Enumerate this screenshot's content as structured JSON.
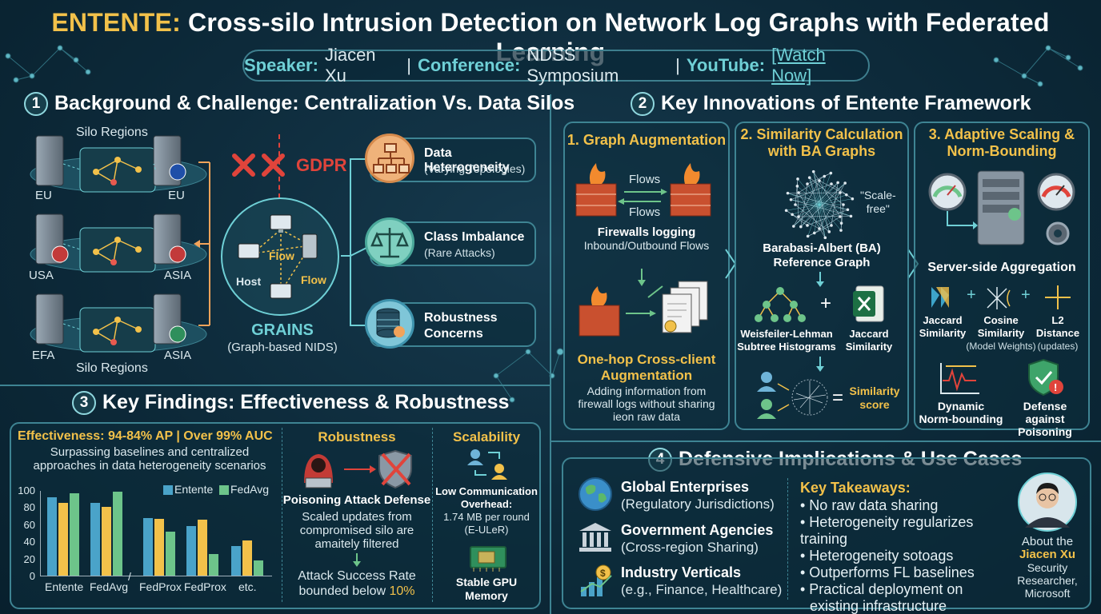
{
  "header": {
    "title_prefix": "ENTENTE:",
    "title_rest": " Cross-silo Intrusion Detection on Network Log Graphs with Federated Learning"
  },
  "speaker_bar": {
    "speaker_key": "Speaker:",
    "speaker_val": "Jiacen Xu",
    "conf_key": "Conference:",
    "conf_val": "NDSS Symposium",
    "yt_key": "YouTube:",
    "yt_link": "[Watch Now]",
    "sep": "|"
  },
  "s1": {
    "num": "1",
    "title": "Background & Challenge: Centralization Vs. Data Silos",
    "silo_top": "Silo Regions",
    "silo_bottom": "Silo Regions",
    "regions": [
      "EU",
      "EU",
      "USA",
      "ASIA",
      "EFA",
      "ASIA"
    ],
    "gdpr": "GDPR",
    "host": "Host",
    "flow1": "Flow",
    "flow2": "Flow",
    "grains": "GRAINS",
    "grains_sub": "(Graph-based NIDS)",
    "challenges": [
      {
        "head": "Data Heterogeneity",
        "sub": "(Varying Topologies)"
      },
      {
        "head": "Class Imbalance",
        "sub": "(Rare Attacks)"
      },
      {
        "head": "Robustness",
        "head2": "Concerns"
      }
    ]
  },
  "s2": {
    "num": "2",
    "title": "Key Innovations of Entente Framework",
    "c1": {
      "title": "1. Graph Augmentation",
      "flows_a": "Flows",
      "flows_b": "Flows",
      "fw_title": "Firewalls logging",
      "fw_sub": "Inbound/Outbound Flows",
      "aug_t1": "One-hop Cross-client",
      "aug_t2": "Augmentation",
      "aug_d1": "Adding information from",
      "aug_d2": "firewall logs without sharing",
      "aug_d3": "ieon raw data"
    },
    "c2": {
      "title1": "2. Similarity Calculation",
      "title2": "with BA Graphs",
      "quote1": "\"Scale-",
      "quote2": "free\"",
      "ba1": "Barabasi-Albert (BA)",
      "ba2": "Reference Graph",
      "wl1": "Weisfeiler-Lehman",
      "wl2": "Subtree Histograms",
      "plus": "+",
      "jac1": "Jaccard",
      "jac2": "Similarity",
      "eq": "=",
      "sim1": "Similarity",
      "sim2": "score"
    },
    "c3": {
      "title1": "3. Adaptive Scaling &",
      "title2": "Norm-Bounding",
      "agg": "Server-side Aggregation",
      "m1a": "Jaccard",
      "m1b": "Similarity",
      "m2a": "Cosine",
      "m2b": "Similarity",
      "m2c": "(Model Weights)",
      "m3a": "L2 Distance",
      "m3b": "(updates)",
      "plus": "+",
      "d1a": "Dynamic",
      "d1b": "Norm-bounding",
      "d2a": "Defense against",
      "d2b": "Poisoning"
    }
  },
  "s3": {
    "num": "3",
    "title": "Key Findings: Effectiveness & Robustness",
    "eff_head": "Effectiveness: 94-84% AP | Over 99% AUC",
    "eff_sub1": "Surpassing baselines and centralized",
    "eff_sub2": "approaches in data heterogeneity scenarios",
    "rob_head": "Robustness",
    "rob_t": "Poisoning Attack Defense",
    "rob_d1": "Scaled updates from",
    "rob_d2": "compromised silo are",
    "rob_d3": "amaitely filtered",
    "rob_a1": "Attack Success Rate",
    "rob_a2": "bounded below ",
    "rob_a3": "10%",
    "sca_head": "Scalability",
    "sca_t1": "Low Communication",
    "sca_t2": "Overhead:",
    "sca_d1": "1.74 MB per round",
    "sca_d2": "(E-ULeR)",
    "sca_g1": "Stable GPU",
    "sca_g2": "Memory"
  },
  "chart_data": {
    "type": "bar",
    "series": [
      {
        "name": "Entente",
        "color": "#4aa3c9"
      },
      {
        "name": "FedAvg",
        "color": "#6dc48a"
      }
    ],
    "categories": [
      "Entente",
      "FedAvg",
      "",
      "FedProx",
      "FedProx",
      "etc."
    ],
    "groups": [
      [
        92,
        85,
        96
      ],
      [
        85,
        80,
        98
      ],
      [
        67,
        66,
        51
      ],
      [
        58,
        65,
        25
      ],
      [
        35,
        41,
        18
      ]
    ],
    "group_colors": [
      "#4aa3c9",
      "#f2c14a",
      "#6dc48a"
    ],
    "ylim": [
      0,
      100
    ],
    "yticks": [
      "100",
      "80",
      "60",
      "40",
      "20",
      "0"
    ],
    "xlabels": [
      "Entente",
      "FedAvg",
      "FedProx",
      "FedProx",
      "etc."
    ]
  },
  "s4": {
    "num": "4",
    "title": "Defensive Implications & Use Cases",
    "uses": [
      {
        "head": "Global Enterprises",
        "sub": "(Regulatory Jurisdictions)"
      },
      {
        "head": "Government Agencies",
        "sub": "(Cross-region Sharing)"
      },
      {
        "head": "Industry Verticals",
        "sub": "(e.g., Finance, Healthcare)"
      }
    ],
    "kt_head": "Key Takeaways:",
    "kt": [
      "• No raw data sharing",
      "• Heterogeneity regularizes training",
      "• Heterogeneity sotoags",
      "• Outperforms FL baselines",
      "• Practical deployment on",
      "  existing infrastructure"
    ],
    "about1": "About the",
    "about_name": "Jiacen Xu",
    "about2": "Security",
    "about3": "Researcher,",
    "about4": "Microsoft"
  }
}
